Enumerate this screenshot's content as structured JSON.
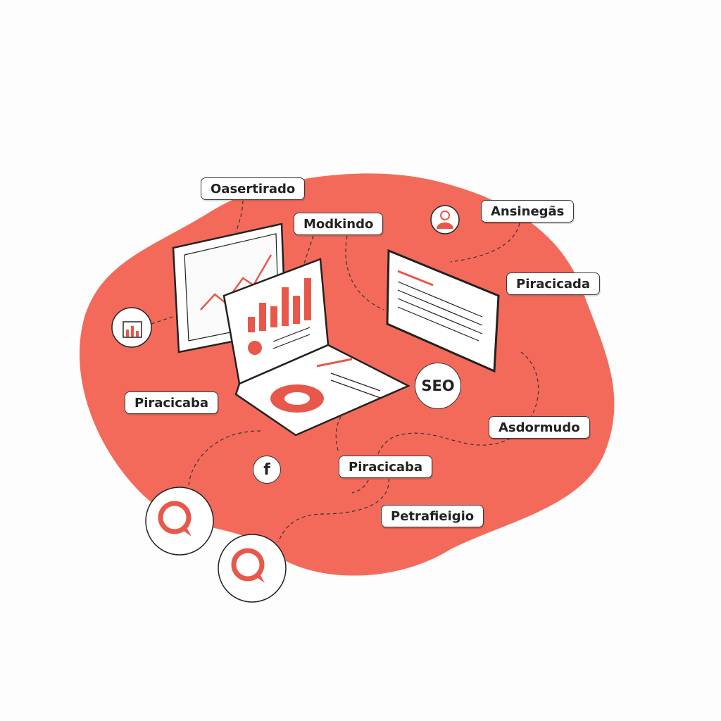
{
  "labels": {
    "top_left": "Oasertirado",
    "top_center": "Modkindo",
    "top_right": "Ansinegãs",
    "right": "Piracicada",
    "left": "Piracicaba",
    "right_lower": "Asdormudo",
    "center_lower": "Piracicaba",
    "bottom": "Petrafieigio"
  },
  "badges": {
    "seo": "SEO",
    "facebook": "f"
  },
  "colors": {
    "accent": "#f46a5a",
    "ink": "#222222"
  }
}
